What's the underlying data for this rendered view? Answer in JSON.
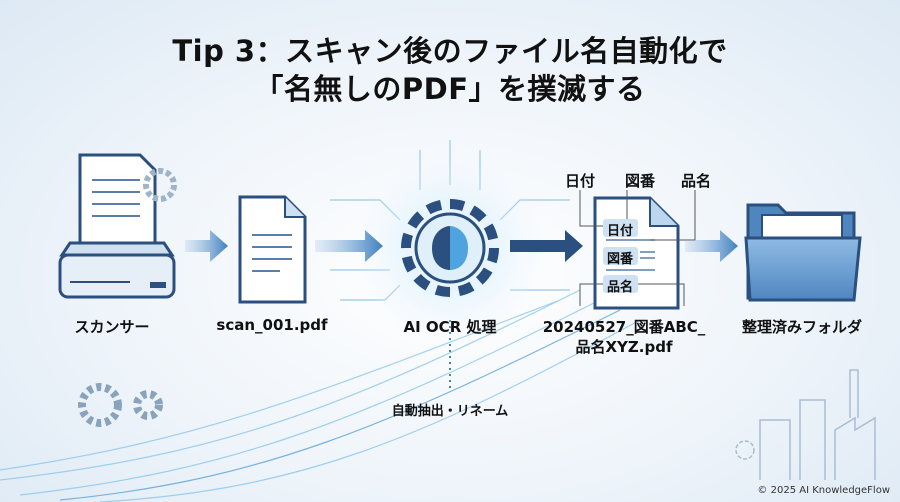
{
  "title": {
    "line1": "Tip 3：スキャン後のファイル名自動化で",
    "line2": "「名無しのPDF」を撲滅する"
  },
  "steps": [
    {
      "label": "スカンサー",
      "icon": "scanner-icon"
    },
    {
      "label": "scan_001.pdf",
      "icon": "document-icon"
    },
    {
      "label": "AI OCR 処理",
      "icon": "ai-gear-brain-icon"
    },
    {
      "label_line1": "20240527_図番ABC_",
      "label_line2": "品名XYZ.pdf",
      "icon": "renamed-document-icon"
    },
    {
      "label": "整理済みフォルダ",
      "icon": "folder-icon"
    }
  ],
  "fields": {
    "top": [
      "日付",
      "図番",
      "品名"
    ],
    "inner": [
      "日付",
      "図番",
      "品名"
    ]
  },
  "sub_label": "自動抽出・リネーム",
  "footer": "© 2025 AI KnowledgeFlow",
  "colors": {
    "accent": "#3f7fbf",
    "dark_blue": "#2b4f7e",
    "glow": "#7fd0f5"
  }
}
